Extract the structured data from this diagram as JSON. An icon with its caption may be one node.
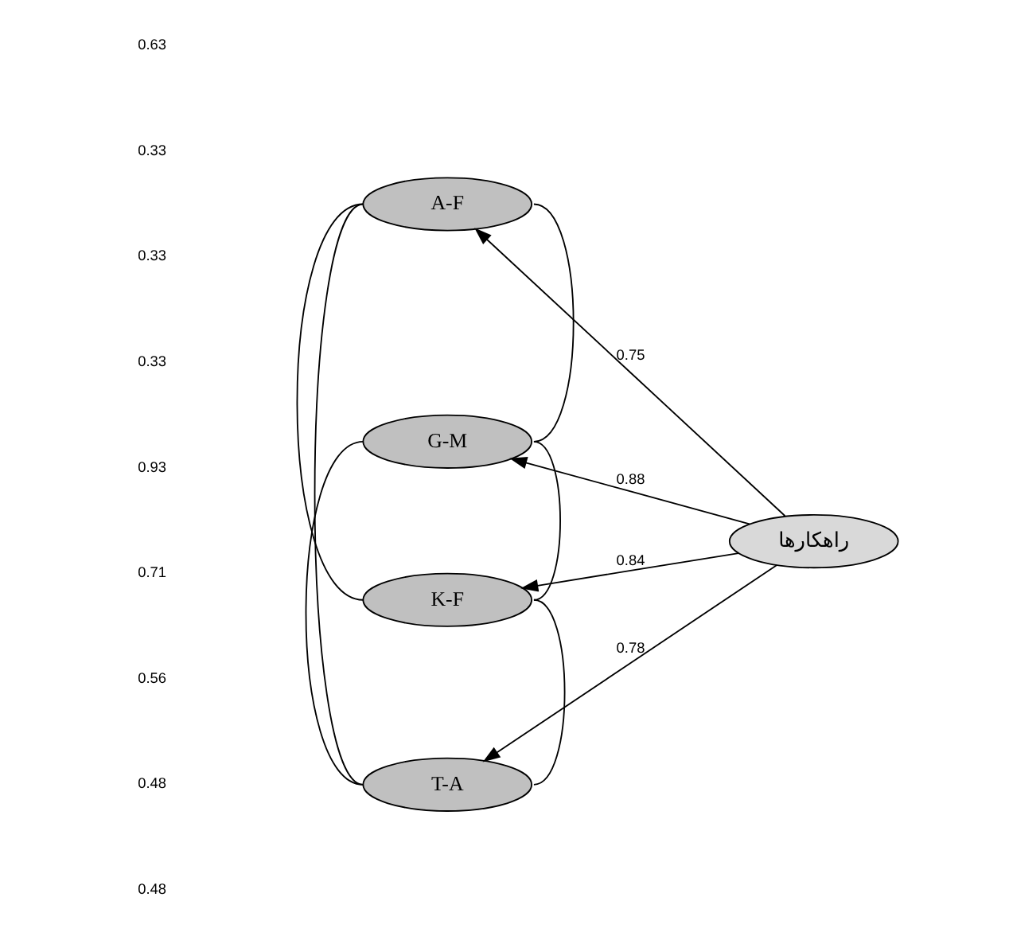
{
  "diagram": {
    "nodes": [
      {
        "text": [
          "A-F"
        ]
      },
      {
        "text": [
          "G-M"
        ]
      },
      {
        "text": [
          "K-F"
        ]
      },
      {
        "text": [
          "T-A"
        ]
      },
      {
        "text": [
          "راهکارها"
        ]
      }
    ],
    "edges": [
      {
        "from": 4,
        "to": 0,
        "arrow": "to",
        "label": "0.75"
      },
      {
        "from": 4,
        "to": 1,
        "arrow": "to",
        "label": "0.88"
      },
      {
        "from": 4,
        "to": 2,
        "arrow": "to",
        "label": "0.84"
      },
      {
        "from": 4,
        "to": 3,
        "arrow": "to",
        "label": "0.78"
      },
      {
        "from": 0,
        "to": 1,
        "arrow": "none"
      },
      {
        "from": 0,
        "to": 2,
        "arrow": "none"
      },
      {
        "from": 0,
        "to": 3,
        "arrow": "none"
      },
      {
        "from": 1,
        "to": 2,
        "arrow": "none"
      },
      {
        "from": 1,
        "to": 3,
        "arrow": "none"
      },
      {
        "from": 2,
        "to": 3,
        "arrow": "none"
      }
    ],
    "labels": [
      "0.63",
      "0.33",
      "0.33",
      "0.33",
      "0.93",
      "0.71",
      "0.56",
      "0.48",
      "0.48"
    ]
  }
}
